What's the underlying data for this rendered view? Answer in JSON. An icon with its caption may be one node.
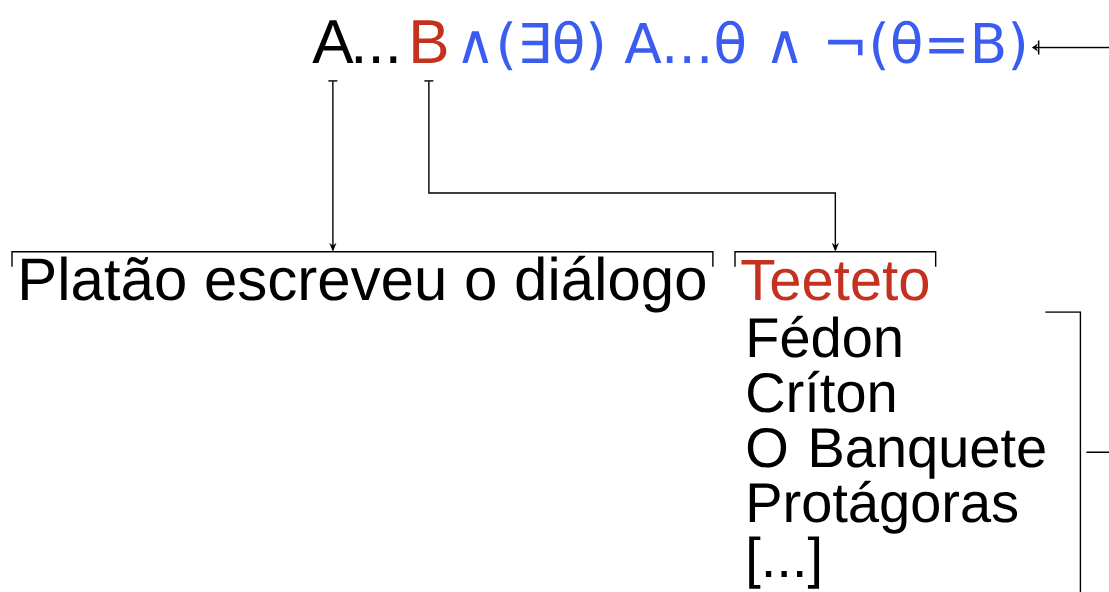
{
  "diagram": {
    "nodes": [
      {
        "text": [
          "A"
        ]
      },
      {
        "text": [
          "B"
        ]
      },
      {
        "text": [
          "∧(∃θ) A...θ ∧ ¬(θ=B)"
        ]
      },
      {
        "text": [
          "Platão escreveu o diálogo"
        ]
      },
      {
        "text": [
          "Teeteto"
        ]
      },
      {
        "text": [
          "Fédon",
          "Críton",
          "O Banquete",
          "Protágoras",
          "[...]"
        ]
      }
    ],
    "edges": [
      {
        "from": 0,
        "to": 3,
        "arrow": "to"
      },
      {
        "from": 1,
        "to": 4,
        "arrow": "to"
      },
      {
        "from": null,
        "to": 2,
        "arrow": "to"
      },
      {
        "from": 5,
        "to": null,
        "arrow": "none"
      }
    ],
    "labels": [
      "..."
    ]
  }
}
